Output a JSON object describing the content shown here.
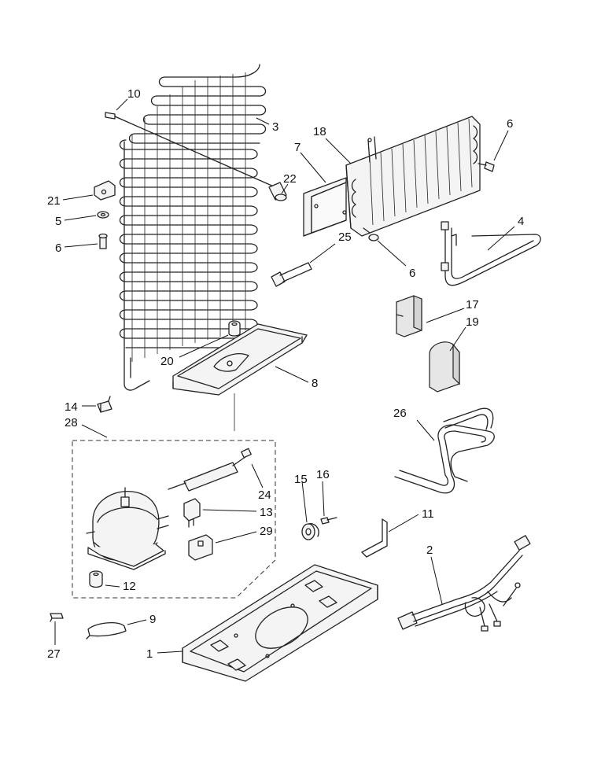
{
  "callouts": [
    {
      "id": "c10",
      "label": "10"
    },
    {
      "id": "c3",
      "label": "3"
    },
    {
      "id": "c18",
      "label": "18"
    },
    {
      "id": "c7",
      "label": "7"
    },
    {
      "id": "c6a",
      "label": "6"
    },
    {
      "id": "c22",
      "label": "22"
    },
    {
      "id": "c21",
      "label": "21"
    },
    {
      "id": "c5",
      "label": "5"
    },
    {
      "id": "c6b",
      "label": "6"
    },
    {
      "id": "c4",
      "label": "4"
    },
    {
      "id": "c25",
      "label": "25"
    },
    {
      "id": "c6c",
      "label": "6"
    },
    {
      "id": "c17",
      "label": "17"
    },
    {
      "id": "c19",
      "label": "19"
    },
    {
      "id": "c20",
      "label": "20"
    },
    {
      "id": "c8",
      "label": "8"
    },
    {
      "id": "c14",
      "label": "14"
    },
    {
      "id": "c28",
      "label": "28"
    },
    {
      "id": "c26",
      "label": "26"
    },
    {
      "id": "c24",
      "label": "24"
    },
    {
      "id": "c13",
      "label": "13"
    },
    {
      "id": "c15",
      "label": "15"
    },
    {
      "id": "c16",
      "label": "16"
    },
    {
      "id": "c11",
      "label": "11"
    },
    {
      "id": "c29",
      "label": "29"
    },
    {
      "id": "c12",
      "label": "12"
    },
    {
      "id": "c2",
      "label": "2"
    },
    {
      "id": "c9",
      "label": "9"
    },
    {
      "id": "c27",
      "label": "27"
    },
    {
      "id": "c1",
      "label": "1"
    }
  ]
}
